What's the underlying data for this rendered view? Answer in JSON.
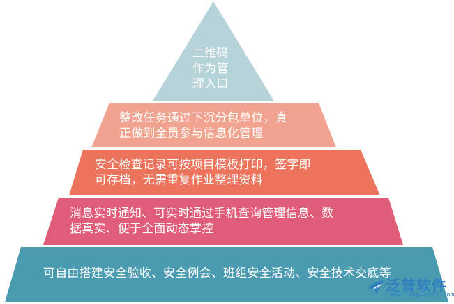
{
  "tiers": [
    {
      "lines": [
        "二维码",
        "作为管",
        "理入口"
      ],
      "color": "#b7d3da"
    },
    {
      "lines": [
        "整改任务通过下沉分包单位，真",
        "正做到全员参与信息化管理"
      ],
      "color": "#f1a38f"
    },
    {
      "lines": [
        "安全检查记录可按项目模板打印，签字即",
        "可存档，无需重复作业整理资料"
      ],
      "color": "#ec745c"
    },
    {
      "lines": [
        "消息实时通知、可实时通过手机查询管理信息、数",
        "据真实、便于全面动态掌控"
      ],
      "color": "#e05d79"
    },
    {
      "lines": [
        "可自由搭建安全验收、安全例会、班组安全活动、安全技术交底等"
      ],
      "color": "#4a9bb0"
    }
  ],
  "logo": {
    "name": "泛普软件",
    "url": "www.fanpusoft.com",
    "icon": "bird-logo-icon",
    "color": "#2f7fc1"
  }
}
